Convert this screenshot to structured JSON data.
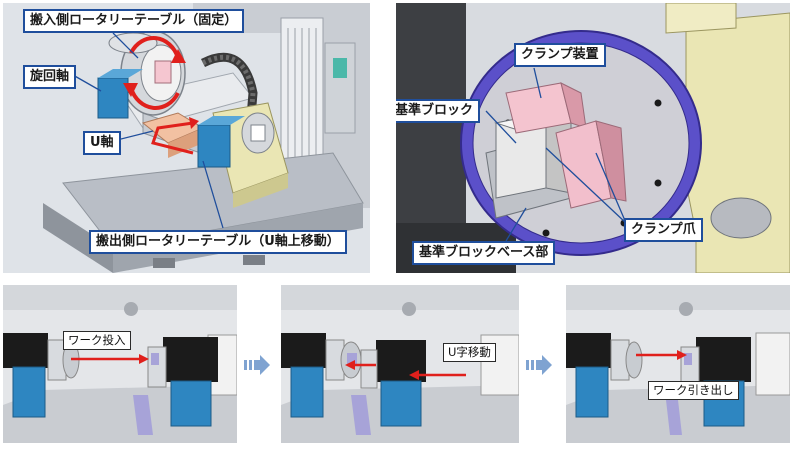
{
  "top_left": {
    "label_loading_table": "搬入側ロータリーテーブル（固定）",
    "label_rotation_axis": "旋回軸",
    "label_u_axis": "U軸",
    "label_unloading_table": "搬出側ロータリーテーブル（U軸上移動）"
  },
  "top_right": {
    "label_clamp_device": "クランプ装置",
    "label_reference_block": "基準ブロック",
    "label_clamp_claw": "クランプ爪",
    "label_block_base": "基準ブロックベース部"
  },
  "bottom": {
    "stage1_label": "ワーク投入",
    "stage2_label": "U字移動",
    "stage3_label": "ワーク引き出し"
  },
  "colors": {
    "label_border": "#1f4e9c",
    "arrow_red": "#e0201c",
    "box_blue": "#2e86c1",
    "block_black": "#1b1b1b",
    "clamp_pink": "#f0b7c8",
    "ring_blue": "#5b50c9",
    "cream": "#ece8b8",
    "step_arrow": "#7fa3d1"
  }
}
